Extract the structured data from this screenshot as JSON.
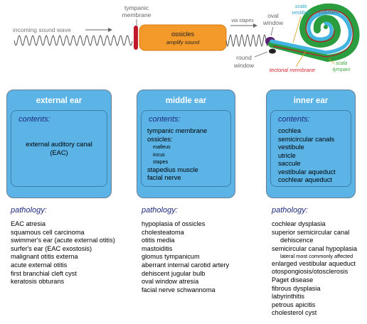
{
  "diagram": {
    "labels": {
      "incoming": "incoming sound wave",
      "tympanic": "tympanic\nmembrane",
      "ossicles_title": "ossicles",
      "ossicles_sub": "amplify sound",
      "via_stapes": "via stapes",
      "oval_window": "oval\nwindow",
      "round_window": "round\nwindow",
      "cochlea": "cochlea",
      "scala_vestibuli": "scala\nvestibuli",
      "scala_tympani": "scala\ntympani",
      "tectorial": "tectorial membrane"
    },
    "colors": {
      "wave": "#555555",
      "tympanic": "#c0192c",
      "ossicles": "#f39a2a",
      "box_fill": "#5bb3e6",
      "contents_text": "#1d2a7a",
      "scala_label": "#2aa3c7",
      "scala_tympani_label": "#3aa640",
      "tectorial": "#d4232d",
      "round_window": "#5a1f73"
    }
  },
  "sections": [
    {
      "title": "external ear",
      "contents_label": "contents:",
      "contents": [
        "external auditory canal",
        "(EAC)"
      ],
      "pathology_label": "pathology:",
      "pathology": [
        "EAC atresia",
        "squamous cell carcinoma",
        "swimmer's ear (acute external otitis)",
        "surfer's ear (EAC exostosis)",
        "malignant otitis externa",
        "acute external otitis",
        "first branchial cleft cyst",
        "keratosis obturans"
      ]
    },
    {
      "title": "middle ear",
      "contents_label": "contents:",
      "contents": [
        "tympanic membrane",
        "ossicles:",
        "malleus",
        "incus",
        "stapes",
        "stapedius muscle",
        "facial nerve"
      ],
      "pathology_label": "pathology:",
      "pathology": [
        "hypoplasia of ossicles",
        "cholesteatoma",
        "otitis media",
        "mastoiditis",
        "glomus tympanicum",
        "aberrant internal carotid artery",
        "dehiscent jugular bulb",
        "oval window atresia",
        "facial nerve schwannoma"
      ]
    },
    {
      "title": "inner ear",
      "contents_label": "contents:",
      "contents": [
        "cochlea",
        "semicircular canals",
        "vestibule",
        "utricle",
        "saccule",
        "vestibular aqueduct",
        "cochlear aqueduct"
      ],
      "pathology_label": "pathology:",
      "pathology": [
        "cochlear dysplasia",
        "superior semicircular canal",
        "dehiscence",
        "semicircular canal hypoplasia",
        "lateral most commonly affected",
        "enlarged vestibular aqueduct",
        "otospongiosis/otosclerosis",
        "Paget disease",
        "fibrous dysplasia",
        "labyrinthitis",
        "petrous apicitis",
        "cholesterol cyst"
      ]
    }
  ]
}
